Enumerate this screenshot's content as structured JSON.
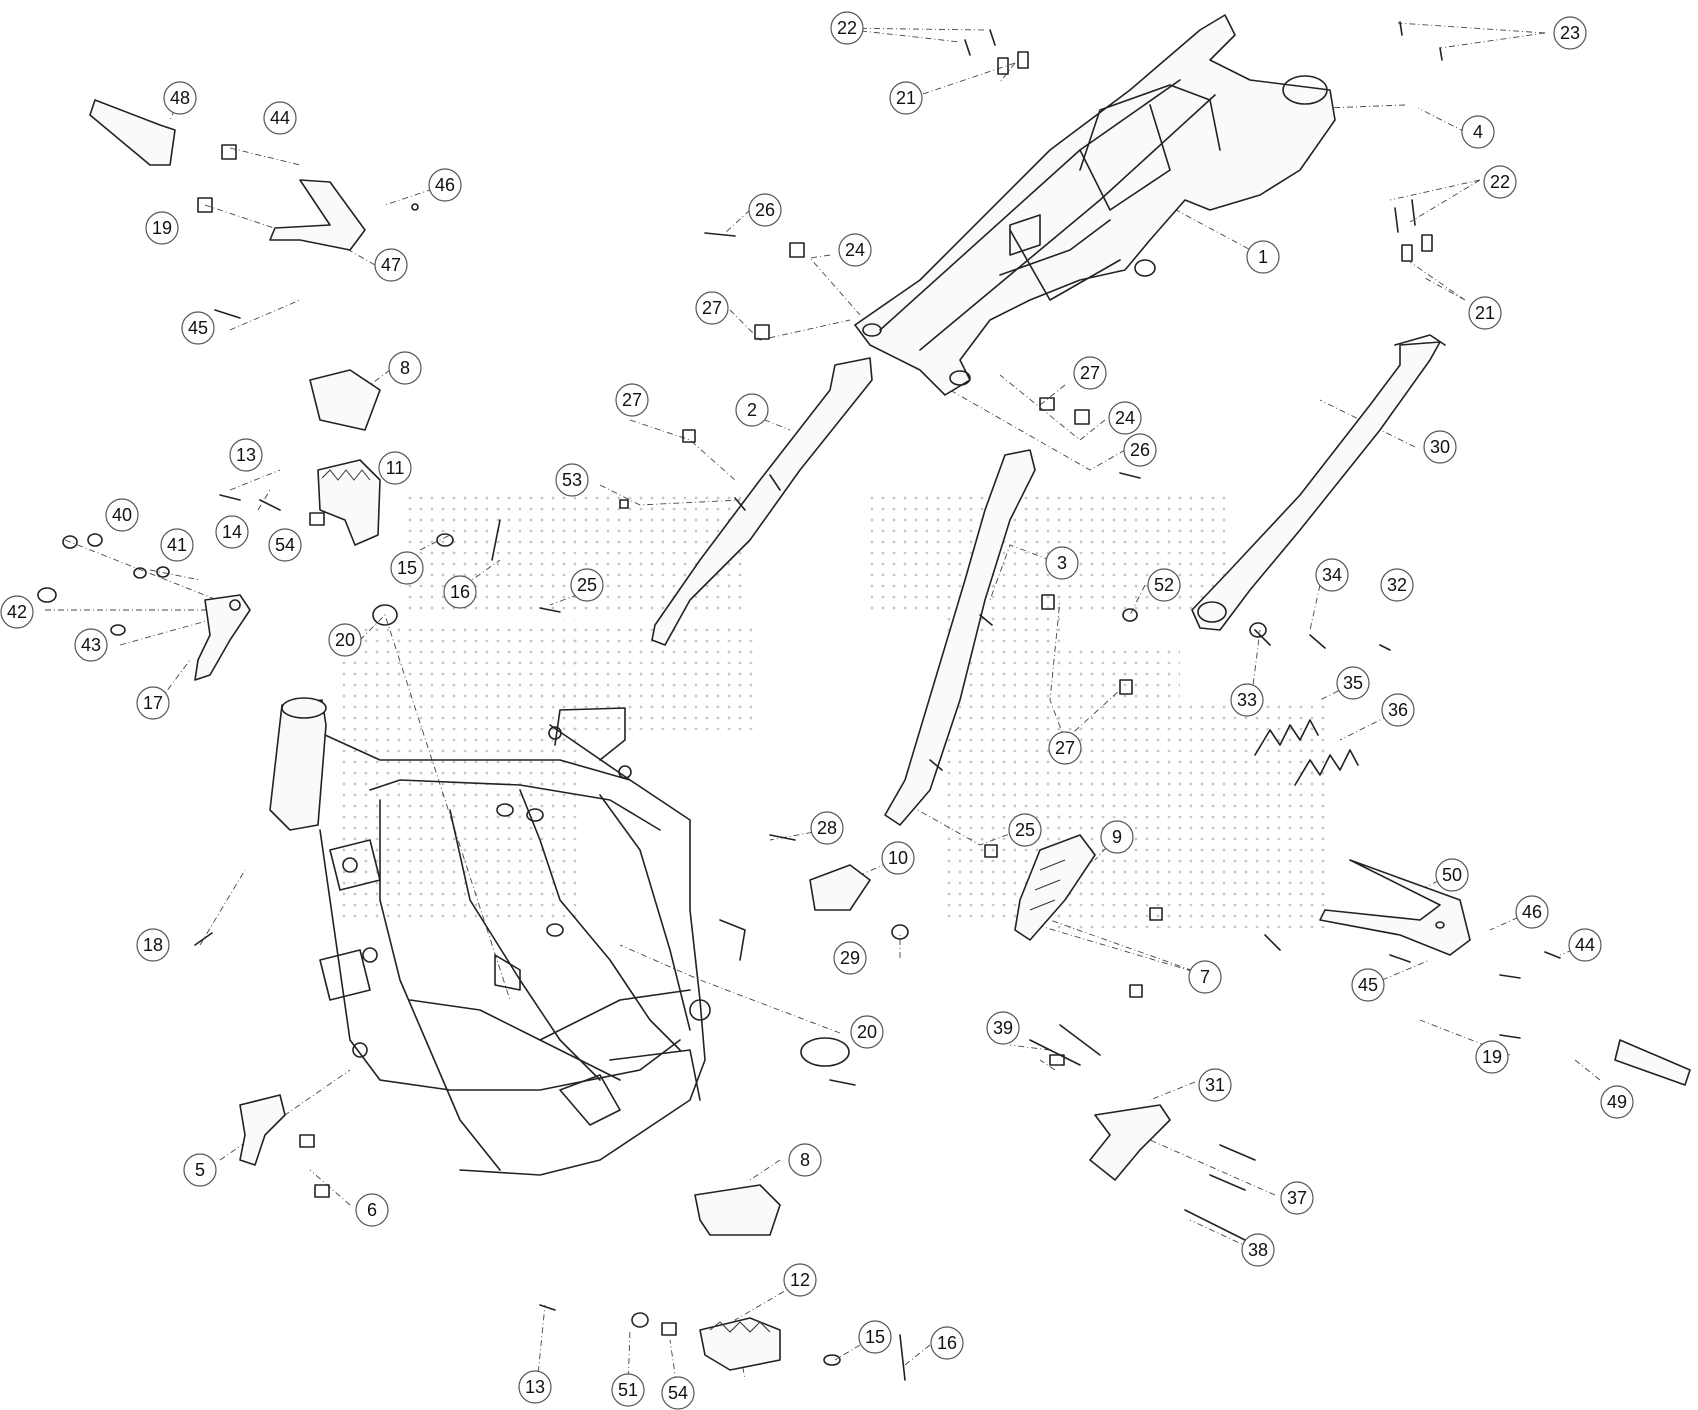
{
  "callouts": [
    "22",
    "23",
    "21",
    "4",
    "48",
    "44",
    "46",
    "19",
    "47",
    "45",
    "26",
    "24",
    "22",
    "27",
    "1",
    "21",
    "8",
    "27",
    "2",
    "27",
    "24",
    "26",
    "30",
    "13",
    "11",
    "14",
    "54",
    "53",
    "40",
    "41",
    "15",
    "16",
    "25",
    "3",
    "52",
    "34",
    "32",
    "42",
    "43",
    "17",
    "20",
    "33",
    "35",
    "36",
    "27",
    "28",
    "25",
    "9",
    "10",
    "50",
    "46",
    "18",
    "29",
    "44",
    "45",
    "7",
    "20",
    "19",
    "49",
    "39",
    "31",
    "5",
    "6",
    "8",
    "37",
    "38",
    "12",
    "13",
    "51",
    "54",
    "15",
    "16"
  ],
  "colors": {
    "line": "#222222",
    "callout_border": "#555555",
    "watermark": "#bdbdbd"
  }
}
